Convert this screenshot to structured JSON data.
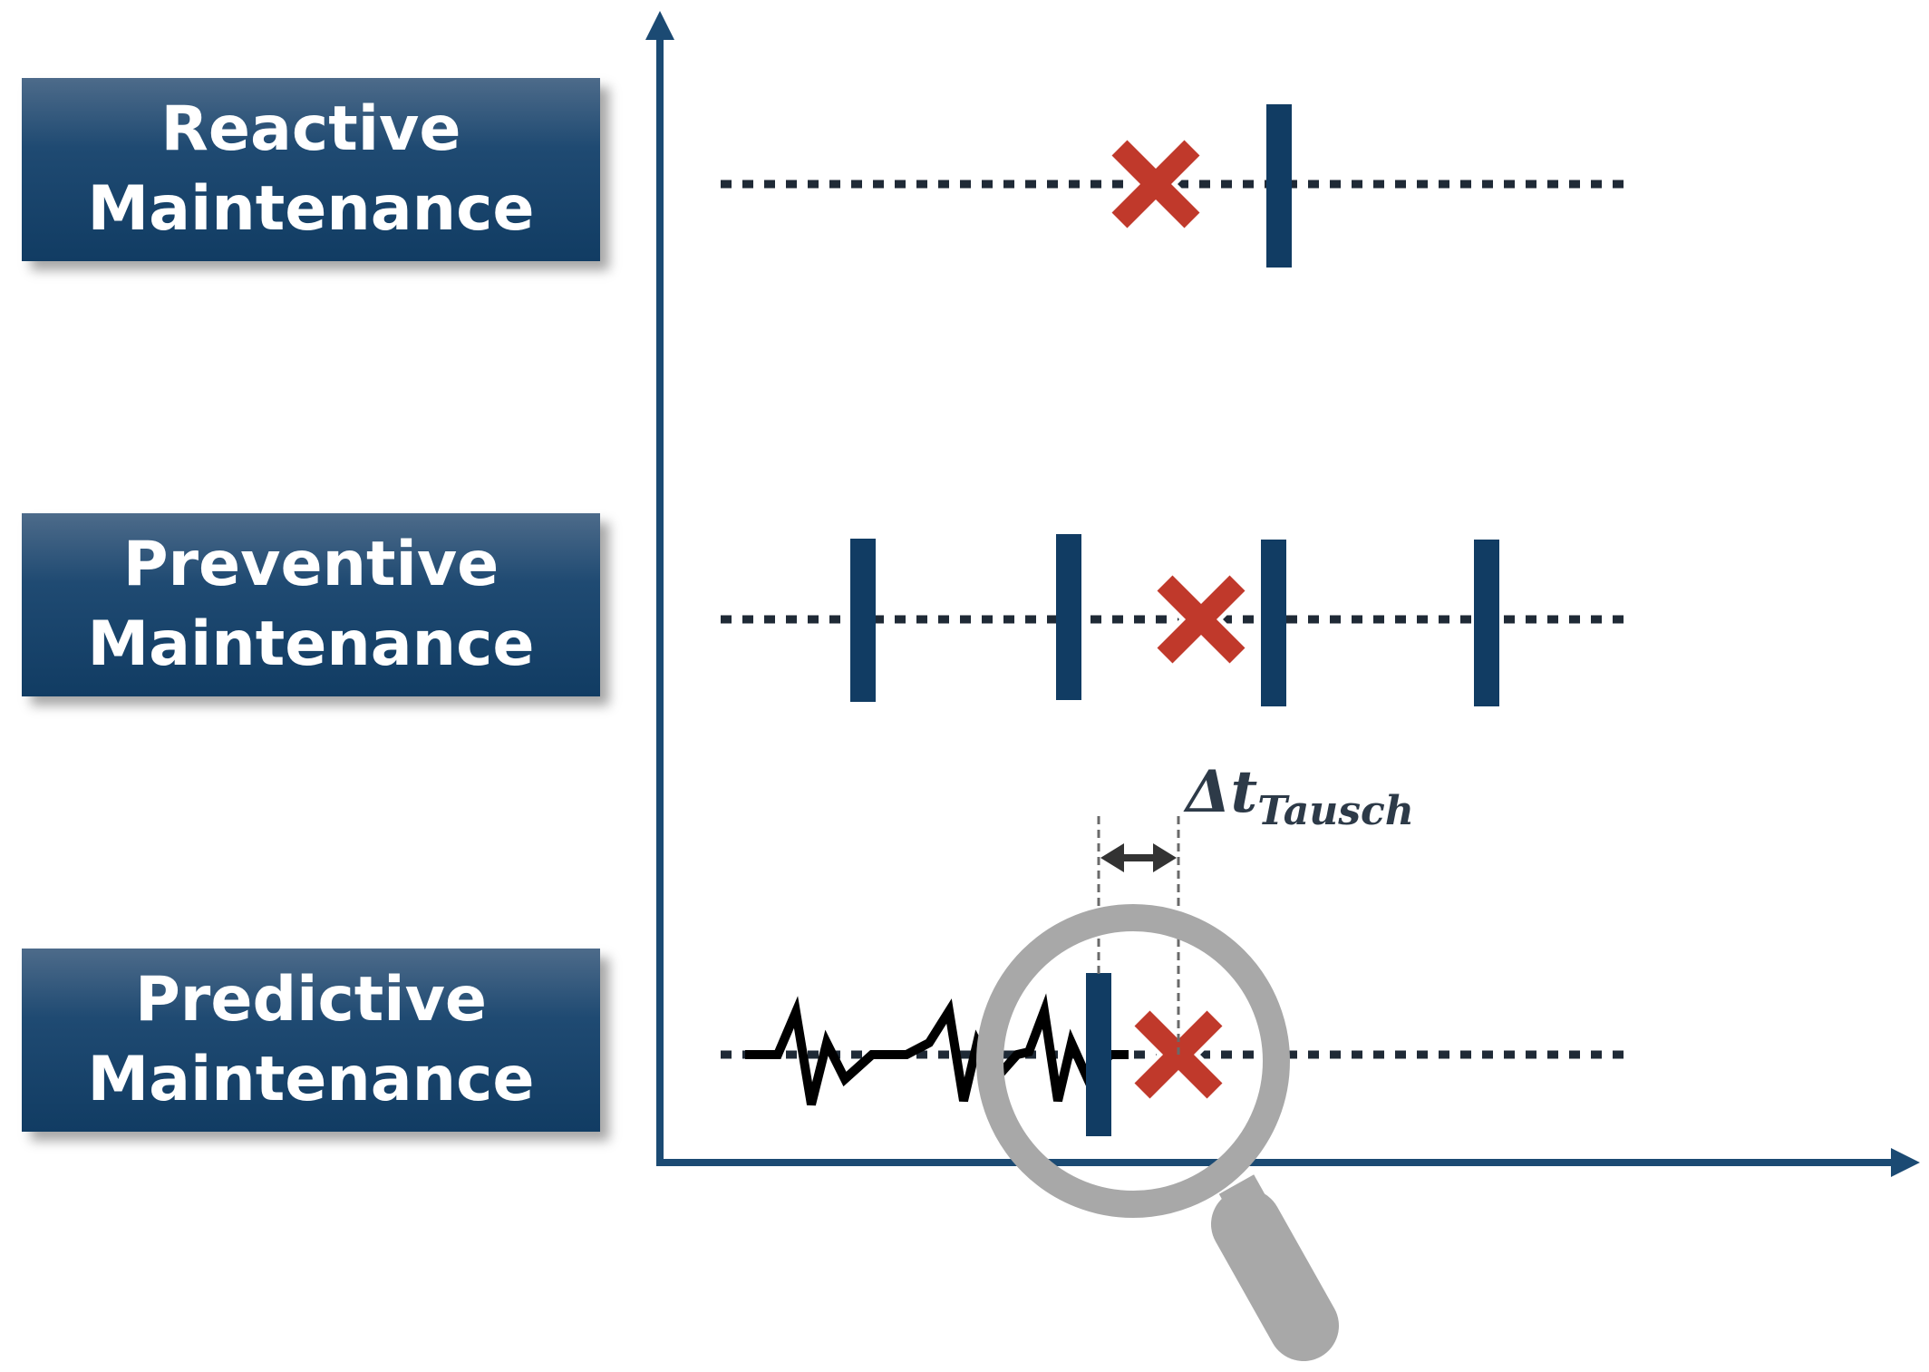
{
  "labels": {
    "reactive": {
      "line1": "Reactive",
      "line2": "Maintenance"
    },
    "preventive": {
      "line1": "Preventive",
      "line2": "Maintenance"
    },
    "predictive": {
      "line1": "Predictive",
      "line2": "Maintenance"
    }
  },
  "annotation": {
    "delta": "Δt",
    "subscript": "Tausch"
  },
  "colors": {
    "navy": "#113c63",
    "axis": "#1b4a73",
    "failure_x": "#c0392b",
    "dotted_line": "#1f2a36",
    "magnifier": "#a8a8a8"
  },
  "icons": [
    "failure-x-icon",
    "magnifier-icon",
    "double-arrow-icon"
  ]
}
